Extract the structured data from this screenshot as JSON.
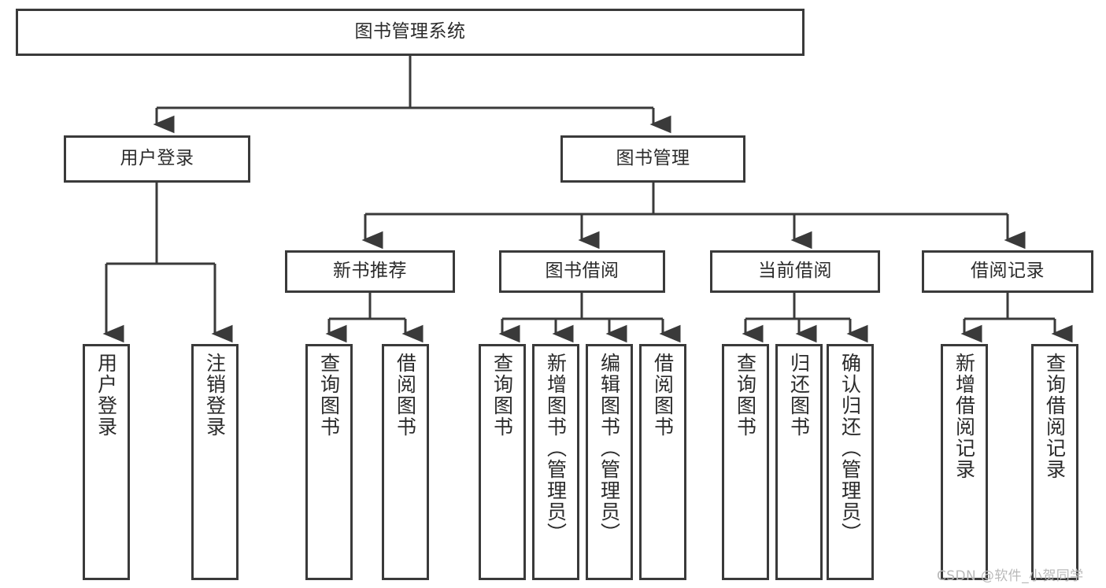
{
  "diagram": {
    "title": "图书管理系统",
    "type": "hierarchy-tree",
    "watermark": "CSDN @软件_小贺同学",
    "colors": {
      "box_border": "#3a3a3a",
      "box_fill": "#ffffff",
      "text": "#2b2b2b",
      "connector": "#3a3a3a",
      "watermark": "#b9b9b9",
      "background": "#ffffff"
    },
    "root": {
      "label": "图书管理系统"
    },
    "level1": [
      {
        "label": "用户登录"
      },
      {
        "label": "图书管理"
      }
    ],
    "level2": [
      {
        "label": "新书推荐"
      },
      {
        "label": "图书借阅"
      },
      {
        "label": "当前借阅"
      },
      {
        "label": "借阅记录"
      }
    ],
    "leaves": {
      "user_login": [
        {
          "label": "用户登录"
        },
        {
          "label": "注销登录"
        }
      ],
      "new_book_recommend": [
        {
          "label": "查询图书"
        },
        {
          "label": "借阅图书"
        }
      ],
      "book_borrow": [
        {
          "label": "查询图书"
        },
        {
          "label": "新增图书（管理员）"
        },
        {
          "label": "编辑图书（管理员）"
        },
        {
          "label": "借阅图书"
        }
      ],
      "current_borrow": [
        {
          "label": "查询图书"
        },
        {
          "label": "归还图书"
        },
        {
          "label": "确认归还（管理员）"
        }
      ],
      "borrow_record": [
        {
          "label": "新增借阅记录"
        },
        {
          "label": "查询借阅记录"
        }
      ]
    }
  }
}
